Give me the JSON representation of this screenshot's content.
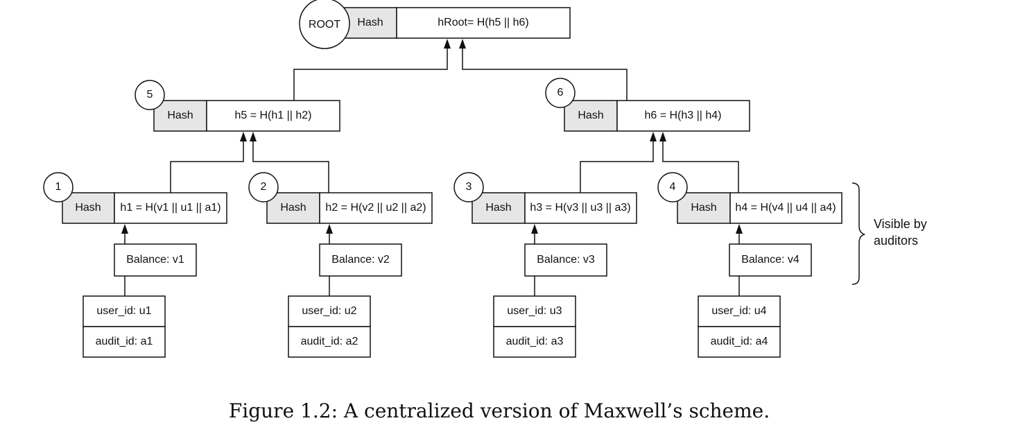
{
  "root": {
    "circle_label": "ROOT",
    "hash_label": "Hash",
    "value_label": "hRoot= H(h5 || h6)"
  },
  "inner_nodes": [
    {
      "number": "5",
      "hash_label": "Hash",
      "value_label": "h5 = H(h1 || h2)"
    },
    {
      "number": "6",
      "hash_label": "Hash",
      "value_label": "h6 = H(h3 || h4)"
    }
  ],
  "leaves": [
    {
      "number": "1",
      "hash_label": "Hash",
      "value_label": "h1 = H(v1 || u1 || a1)",
      "balance": "Balance: v1",
      "user_id": "user_id: u1",
      "audit_id": "audit_id: a1"
    },
    {
      "number": "2",
      "hash_label": "Hash",
      "value_label": "h2 = H(v2 || u2 || a2)",
      "balance": "Balance: v2",
      "user_id": "user_id: u2",
      "audit_id": "audit_id: a2"
    },
    {
      "number": "3",
      "hash_label": "Hash",
      "value_label": "h3 = H(v3 || u3 || a3)",
      "balance": "Balance: v3",
      "user_id": "user_id: u3",
      "audit_id": "audit_id: a3"
    },
    {
      "number": "4",
      "hash_label": "Hash",
      "value_label": "h4 = H(v4 || u4 || a4)",
      "balance": "Balance: v4",
      "user_id": "user_id: u4",
      "audit_id": "audit_id: a4"
    }
  ],
  "bracket_note": [
    "Visible by",
    "auditors"
  ],
  "caption": "Figure 1.2: A centralized version of Maxwell’s scheme."
}
